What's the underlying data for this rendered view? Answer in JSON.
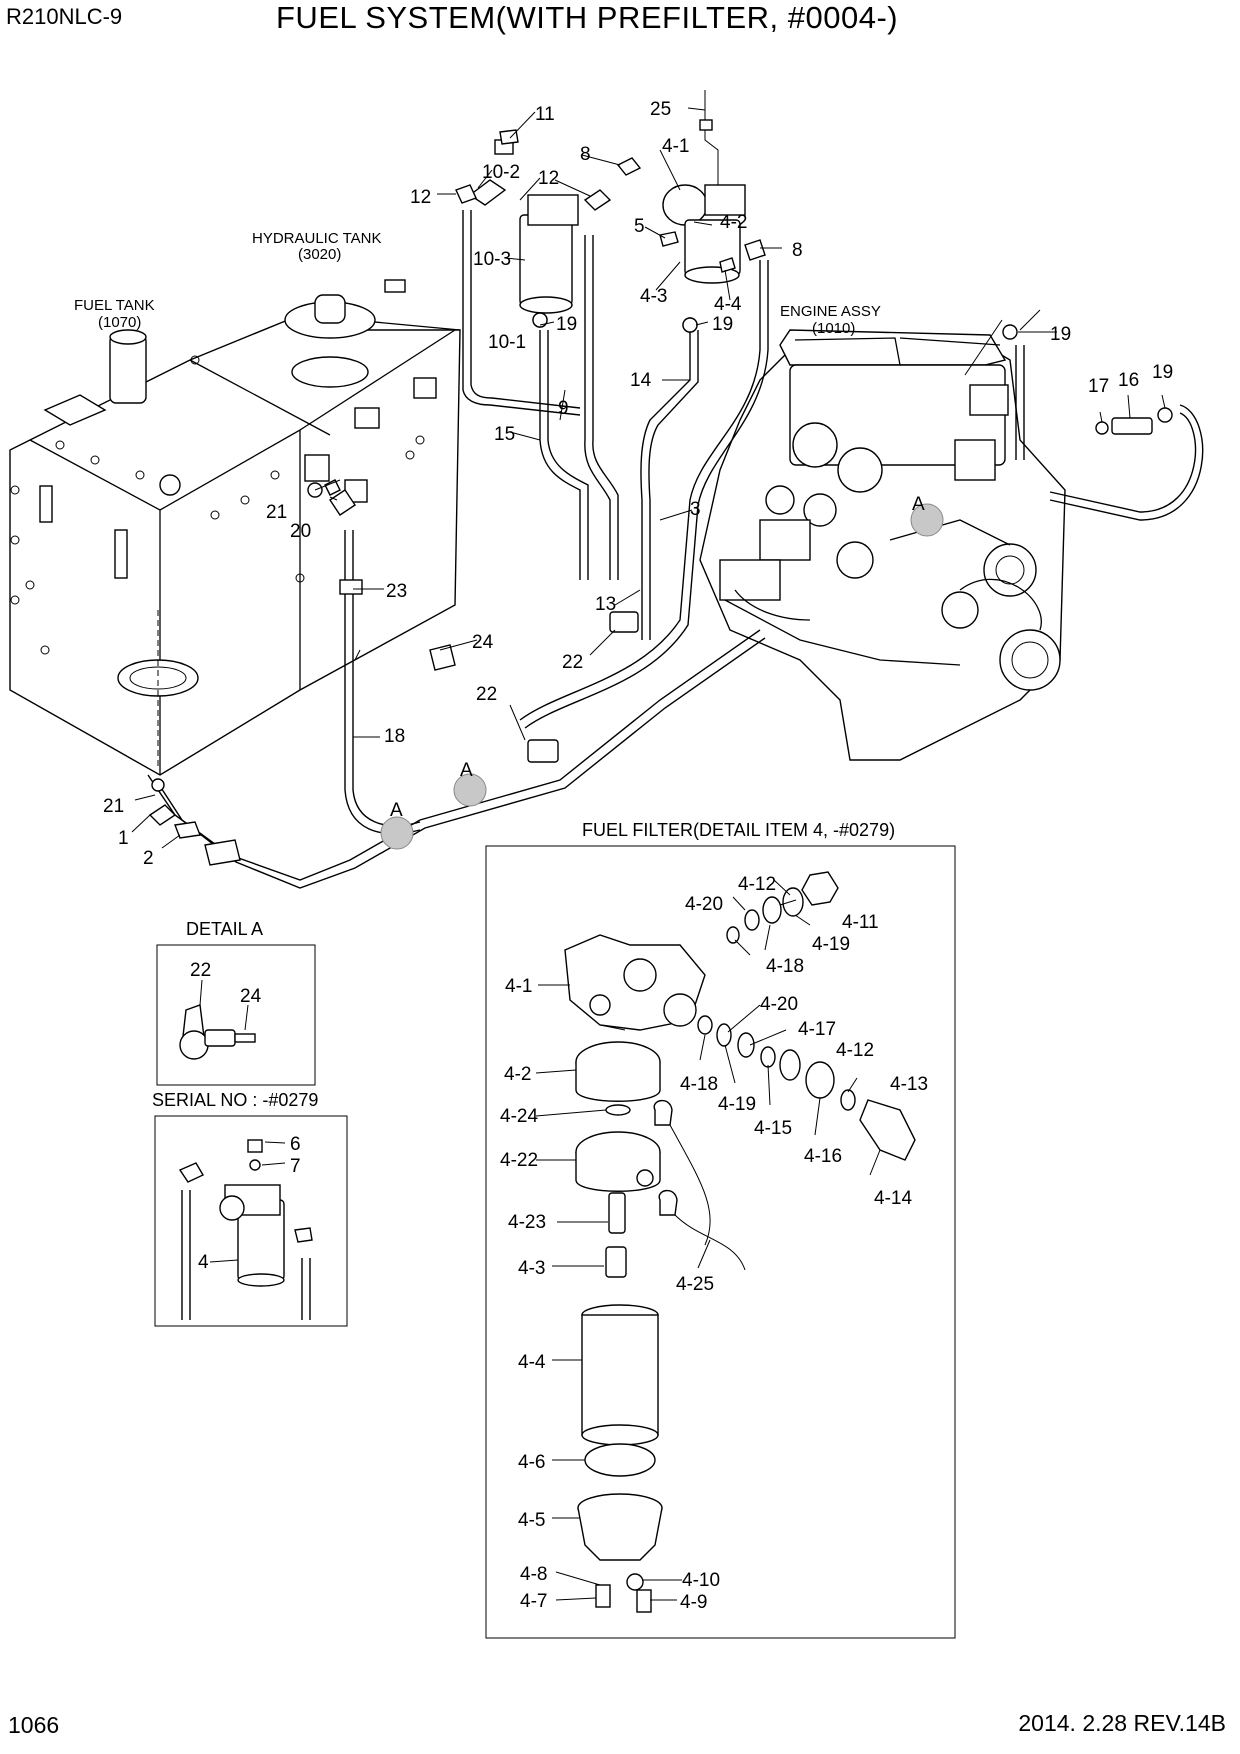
{
  "header": {
    "model": "R210NLC-9",
    "title": "FUEL SYSTEM(WITH PREFILTER, #0004-)"
  },
  "footer": {
    "page_number": "1066",
    "revision": "2014. 2.28  REV.14B"
  },
  "main_assembly": {
    "captions": {
      "fuel_tank": "FUEL TANK",
      "fuel_tank_ref": "(1070)",
      "hydraulic_tank": "HYDRAULIC TANK",
      "hydraulic_tank_ref": "(3020)",
      "engine": "ENGINE ASSY",
      "engine_ref": "(1010)"
    },
    "callouts": {
      "c1": "1",
      "c2": "2",
      "c3": "3",
      "c4_1": "4-1",
      "c4_2": "4-2",
      "c4_3": "4-3",
      "c4_4": "4-4",
      "c5": "5",
      "c8a": "8",
      "c8b": "8",
      "c9": "9",
      "c10_1": "10-1",
      "c10_2": "10-2",
      "c10_3": "10-3",
      "c11": "11",
      "c12a": "12",
      "c12b": "12",
      "c13": "13",
      "c14": "14",
      "c15": "15",
      "c16": "16",
      "c17": "17",
      "c18": "18",
      "c19a": "19",
      "c19b": "19",
      "c19c": "19",
      "c19d": "19",
      "c20": "20",
      "c21a": "21",
      "c21b": "21",
      "c22a": "22",
      "c22b": "22",
      "c23": "23",
      "c24": "24",
      "c25": "25",
      "markA1": "A",
      "markA2": "A",
      "markA3": "A"
    }
  },
  "detail_a": {
    "title": "DETAIL  A",
    "callouts": {
      "c22": "22",
      "c24": "24"
    }
  },
  "serial_detail": {
    "title": "SERIAL NO : -#0279",
    "callouts": {
      "c4": "4",
      "c6": "6",
      "c7": "7"
    }
  },
  "fuel_filter_detail": {
    "title": "FUEL FILTER(DETAIL ITEM 4, -#0279)",
    "callouts": {
      "c4_1": "4-1",
      "c4_2": "4-2",
      "c4_3": "4-3",
      "c4_4": "4-4",
      "c4_5": "4-5",
      "c4_6": "4-6",
      "c4_7": "4-7",
      "c4_8": "4-8",
      "c4_9": "4-9",
      "c4_10": "4-10",
      "c4_11": "4-11",
      "c4_12a": "4-12",
      "c4_12b": "4-12",
      "c4_13": "4-13",
      "c4_14": "4-14",
      "c4_15": "4-15",
      "c4_16": "4-16",
      "c4_17": "4-17",
      "c4_18a": "4-18",
      "c4_18b": "4-18",
      "c4_19a": "4-19",
      "c4_19b": "4-19",
      "c4_20a": "4-20",
      "c4_20b": "4-20",
      "c4_22": "4-22",
      "c4_23": "4-23",
      "c4_24": "4-24",
      "c4_25": "4-25"
    }
  }
}
